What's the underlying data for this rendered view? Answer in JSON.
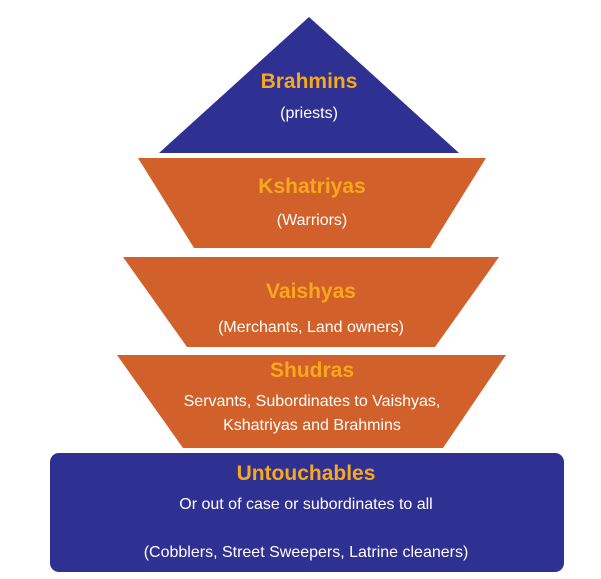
{
  "colors": {
    "navy": "#2e3192",
    "orange": "#d2602a",
    "title": "#f9a71b",
    "text": "#ffffff"
  },
  "tiers": [
    {
      "title": "Brahmins",
      "lines": [
        "(priests)"
      ]
    },
    {
      "title": "Kshatriyas",
      "lines": [
        "(Warriors)"
      ]
    },
    {
      "title": "Vaishyas",
      "lines": [
        "(Merchants, Land owners)"
      ]
    },
    {
      "title": "Shudras",
      "lines": [
        "Servants, Subordinates to Vaishyas,",
        "Kshatriyas and Brahmins"
      ]
    },
    {
      "title": "Untouchables",
      "lines": [
        "Or out of case or subordinates to all",
        "(Cobblers, Street Sweepers, Latrine cleaners)"
      ]
    }
  ]
}
